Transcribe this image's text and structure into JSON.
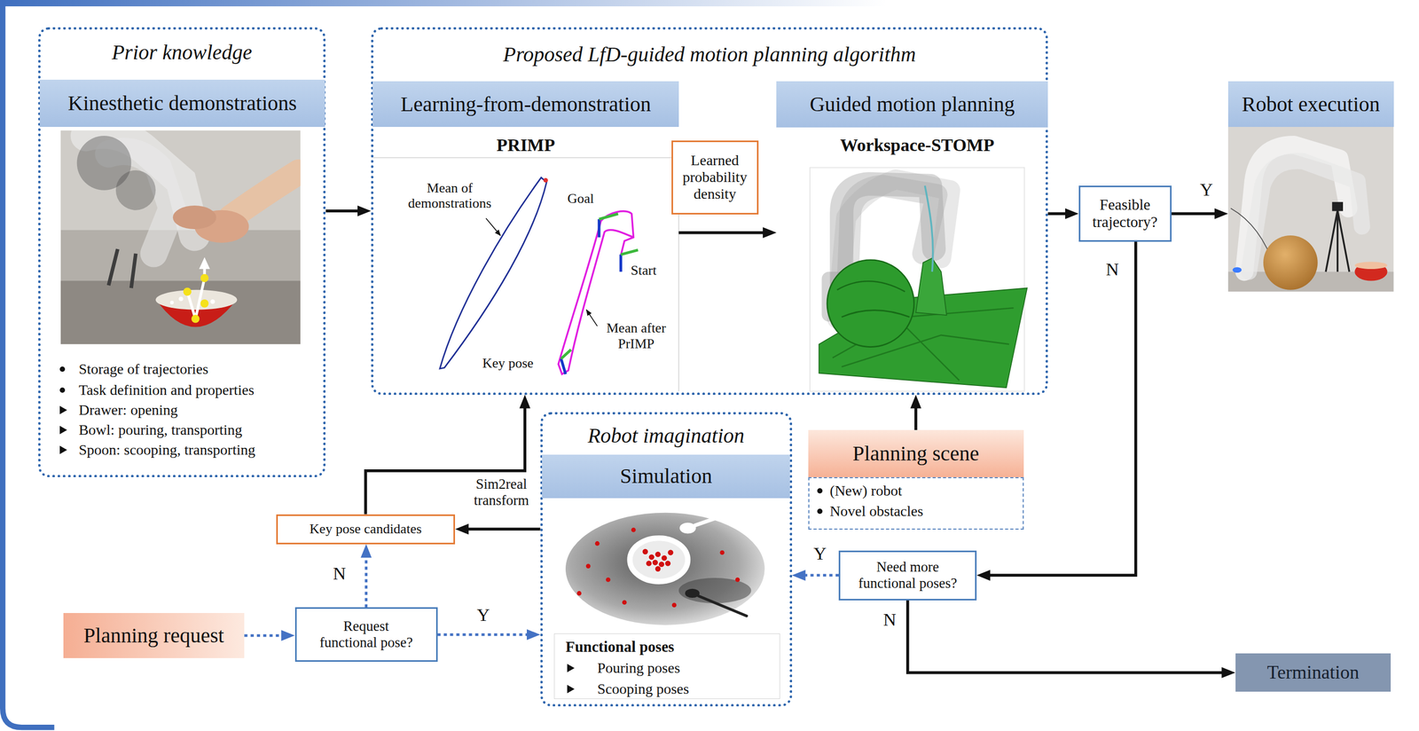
{
  "diagram": {
    "nodes": [
      {
        "text": [
          "Prior knowledge",
          "Storage of trajectories",
          "Task definition and properties",
          "Drawer: opening",
          "Bowl: pouring, transporting",
          "Spoon: scooping, transporting"
        ]
      },
      {
        "text": [
          "Kinesthetic demonstrations"
        ],
        "in": 0
      },
      {
        "text": [
          "Proposed LfD-guided motion planning algorithm"
        ]
      },
      {
        "text": [
          "Learning-from-demonstration"
        ],
        "in": 2
      },
      {
        "text": [
          "Learned probability density"
        ],
        "in": 2
      },
      {
        "text": [
          "Guided motion planning"
        ],
        "in": 2
      },
      {
        "text": [
          "Feasible trajectory?"
        ]
      },
      {
        "text": [
          "Robot execution"
        ]
      },
      {
        "text": [
          "Robot imagination"
        ]
      },
      {
        "text": [
          "Simulation"
        ],
        "in": 8
      },
      {
        "text": [
          "Functional poses",
          "Pouring poses",
          "Scooping poses"
        ],
        "in": 8
      },
      {
        "text": [
          "Planning scene"
        ]
      },
      {
        "text": [
          "(New) robot",
          "Novel obstacles"
        ]
      },
      {
        "text": [
          "Need more functional poses?"
        ]
      },
      {
        "text": [
          "Key pose candidates"
        ]
      },
      {
        "text": [
          "Planning request"
        ]
      },
      {
        "text": [
          "Request functional pose?"
        ]
      },
      {
        "text": [
          "Termination"
        ]
      }
    ],
    "edges": [
      {
        "from": 0,
        "to": 2,
        "arrow": "to"
      },
      {
        "from": 3,
        "to": 5,
        "arrow": "to"
      },
      {
        "from": 2,
        "to": 6,
        "arrow": "to"
      },
      {
        "from": 6,
        "to": 7,
        "label": "Y",
        "arrow": "to"
      },
      {
        "from": 6,
        "to": 13,
        "label": "N",
        "arrow": "to"
      },
      {
        "from": 13,
        "to": 8,
        "label": "Y",
        "arrow": "to"
      },
      {
        "from": 13,
        "to": 17,
        "label": "N",
        "arrow": "to"
      },
      {
        "from": 15,
        "to": 16,
        "arrow": "to"
      },
      {
        "from": 16,
        "to": 8,
        "label": "Y",
        "arrow": "to"
      },
      {
        "from": 16,
        "to": 14,
        "label": "N",
        "arrow": "to"
      },
      {
        "from": 8,
        "to": 14,
        "label": "Sim2real transform",
        "arrow": "to"
      },
      {
        "from": 14,
        "to": 2,
        "arrow": "to"
      },
      {
        "from": 11,
        "to": 2,
        "arrow": "to"
      }
    ],
    "labels": [
      "PRIMP",
      "Workspace-STOMP",
      "Mean of demonstrations",
      "Goal",
      "Start",
      "Mean after PrIMP",
      "Key pose"
    ]
  }
}
